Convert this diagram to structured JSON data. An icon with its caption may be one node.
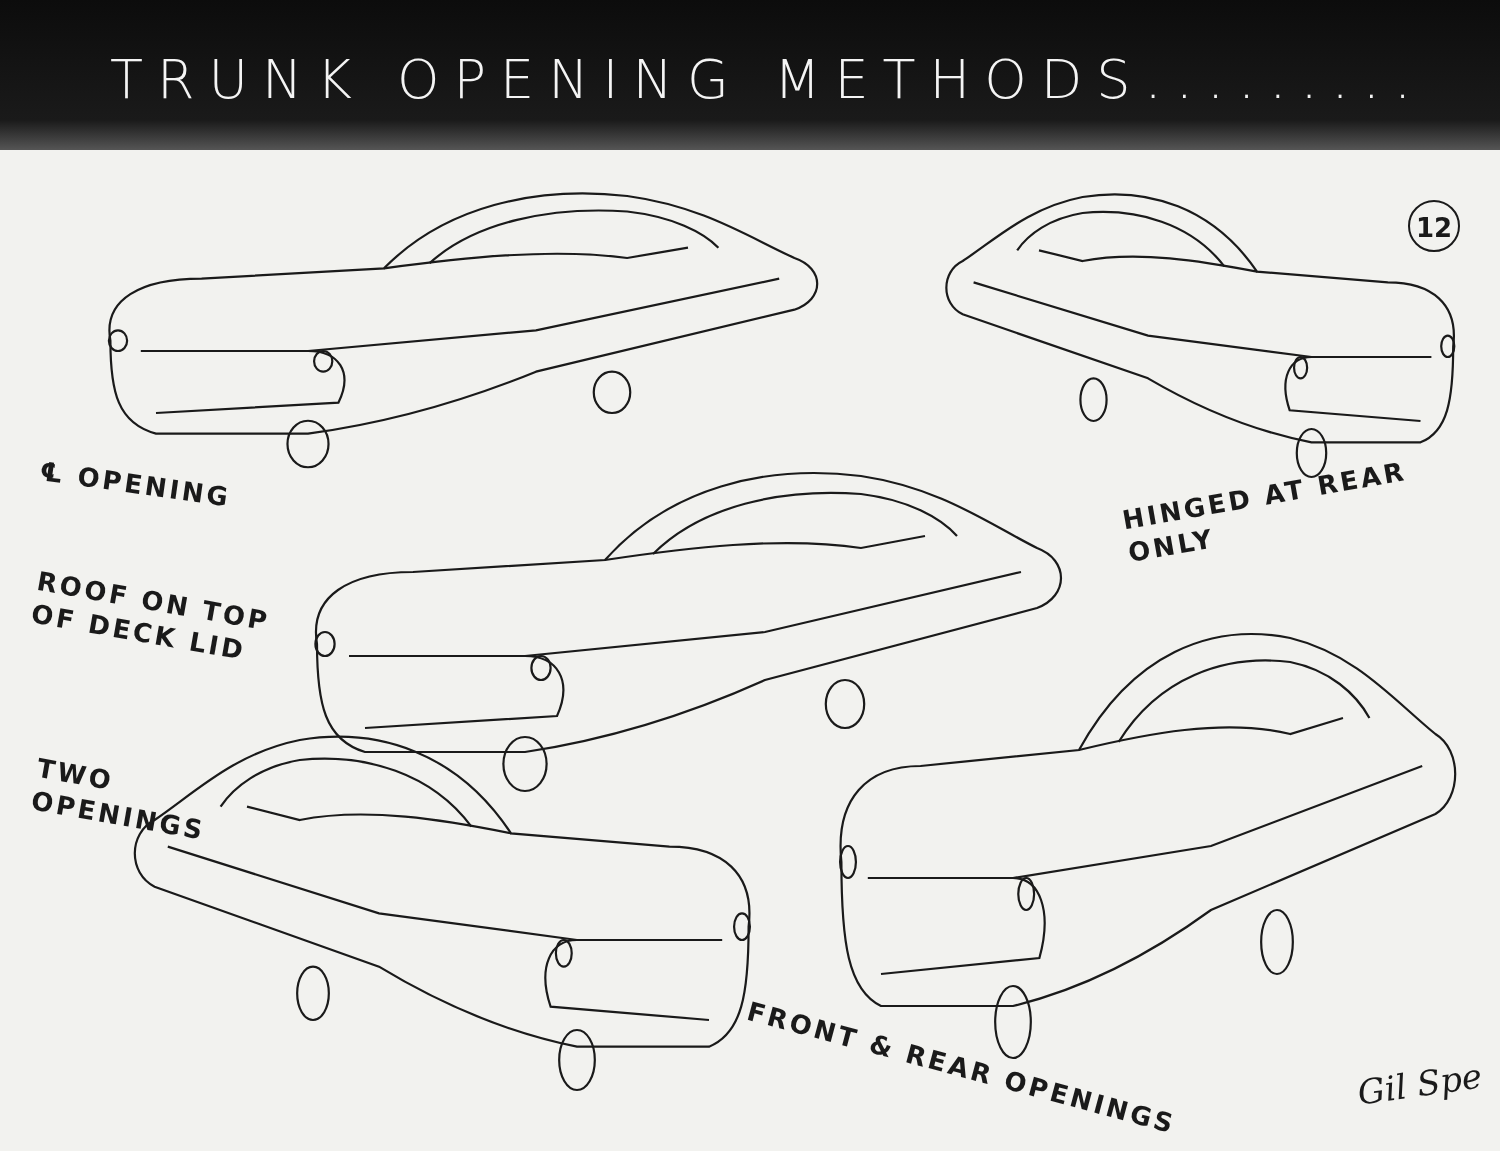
{
  "diagram": {
    "title": "TRUNK OPENING METHODS.........",
    "labels": [
      "12",
      "℄ OPENING",
      "HINGED AT REAR ONLY",
      "ROOF ON TOP OF DECK LID",
      "TWO OPENINGS",
      "FRONT & REAR OPENINGS",
      "Gil Spe"
    ]
  }
}
